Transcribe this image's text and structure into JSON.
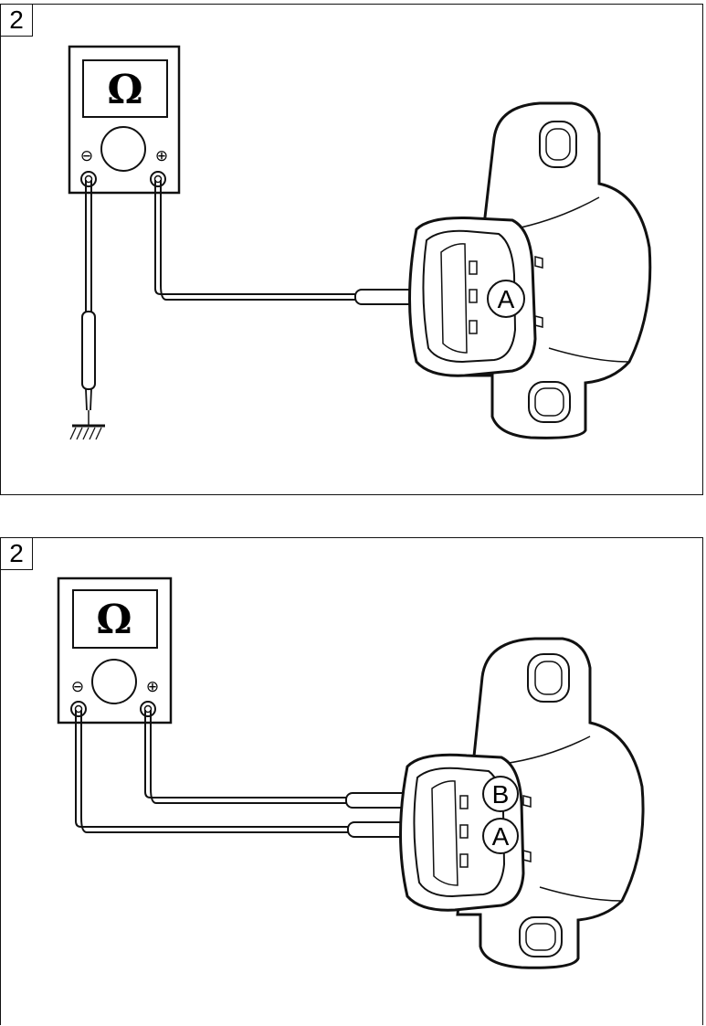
{
  "panels": [
    {
      "step": "2",
      "meter": {
        "display": "Ω",
        "neg_terminal": "⊖",
        "pos_terminal": "⊕"
      },
      "labels": {
        "a": "A"
      }
    },
    {
      "step": "2",
      "meter": {
        "display": "Ω",
        "neg_terminal": "⊖",
        "pos_terminal": "⊕"
      },
      "labels": {
        "a": "A",
        "b": "B"
      }
    }
  ]
}
